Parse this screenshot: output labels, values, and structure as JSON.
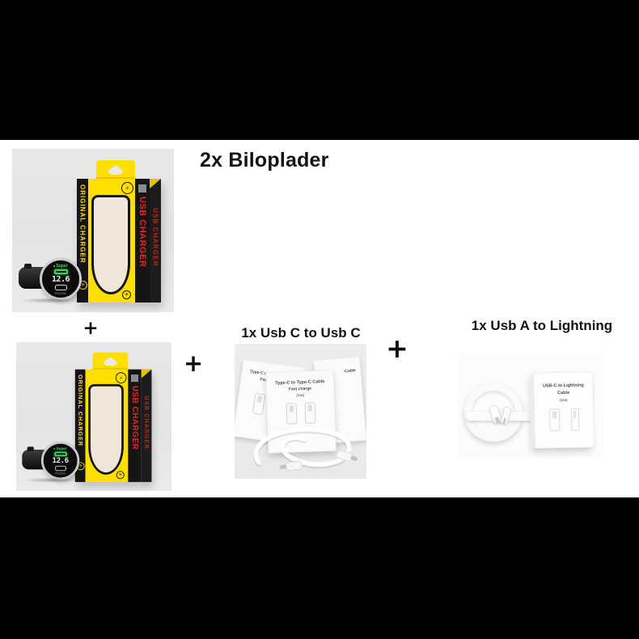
{
  "headings": {
    "main": "2x Biloplader",
    "usbc": "1x Usb C to Usb C",
    "lightning": "1x Usb A to Lightning"
  },
  "plus": {
    "symbol": "+"
  },
  "icons": {
    "starburst": "✳",
    "fast_charge_logo": "⚡"
  },
  "charger": {
    "box": {
      "left_band_label": "ORIGINAL CHARGER",
      "front_label": "USB CHARGER",
      "side_label": "USB CHARGER"
    },
    "device": {
      "brand_label": "Super",
      "display_value": "12.6",
      "power_label": "PD20W"
    }
  },
  "usbc_product": {
    "box_title": "Type-C to Type-C Cable",
    "box_subtitle": "Fast charge",
    "box_length": "(1m)",
    "back_box_fragment": "-Cable"
  },
  "lightning_product": {
    "box_title": "USB-C to Lightning Cable",
    "box_length": "(1m)"
  },
  "colors": {
    "letterbox_bar": "#000000",
    "brand_yellow": "#ffdf00",
    "brand_red": "#e3271e",
    "device_green": "#3fe060",
    "window_cream": "#f1e7d8"
  }
}
